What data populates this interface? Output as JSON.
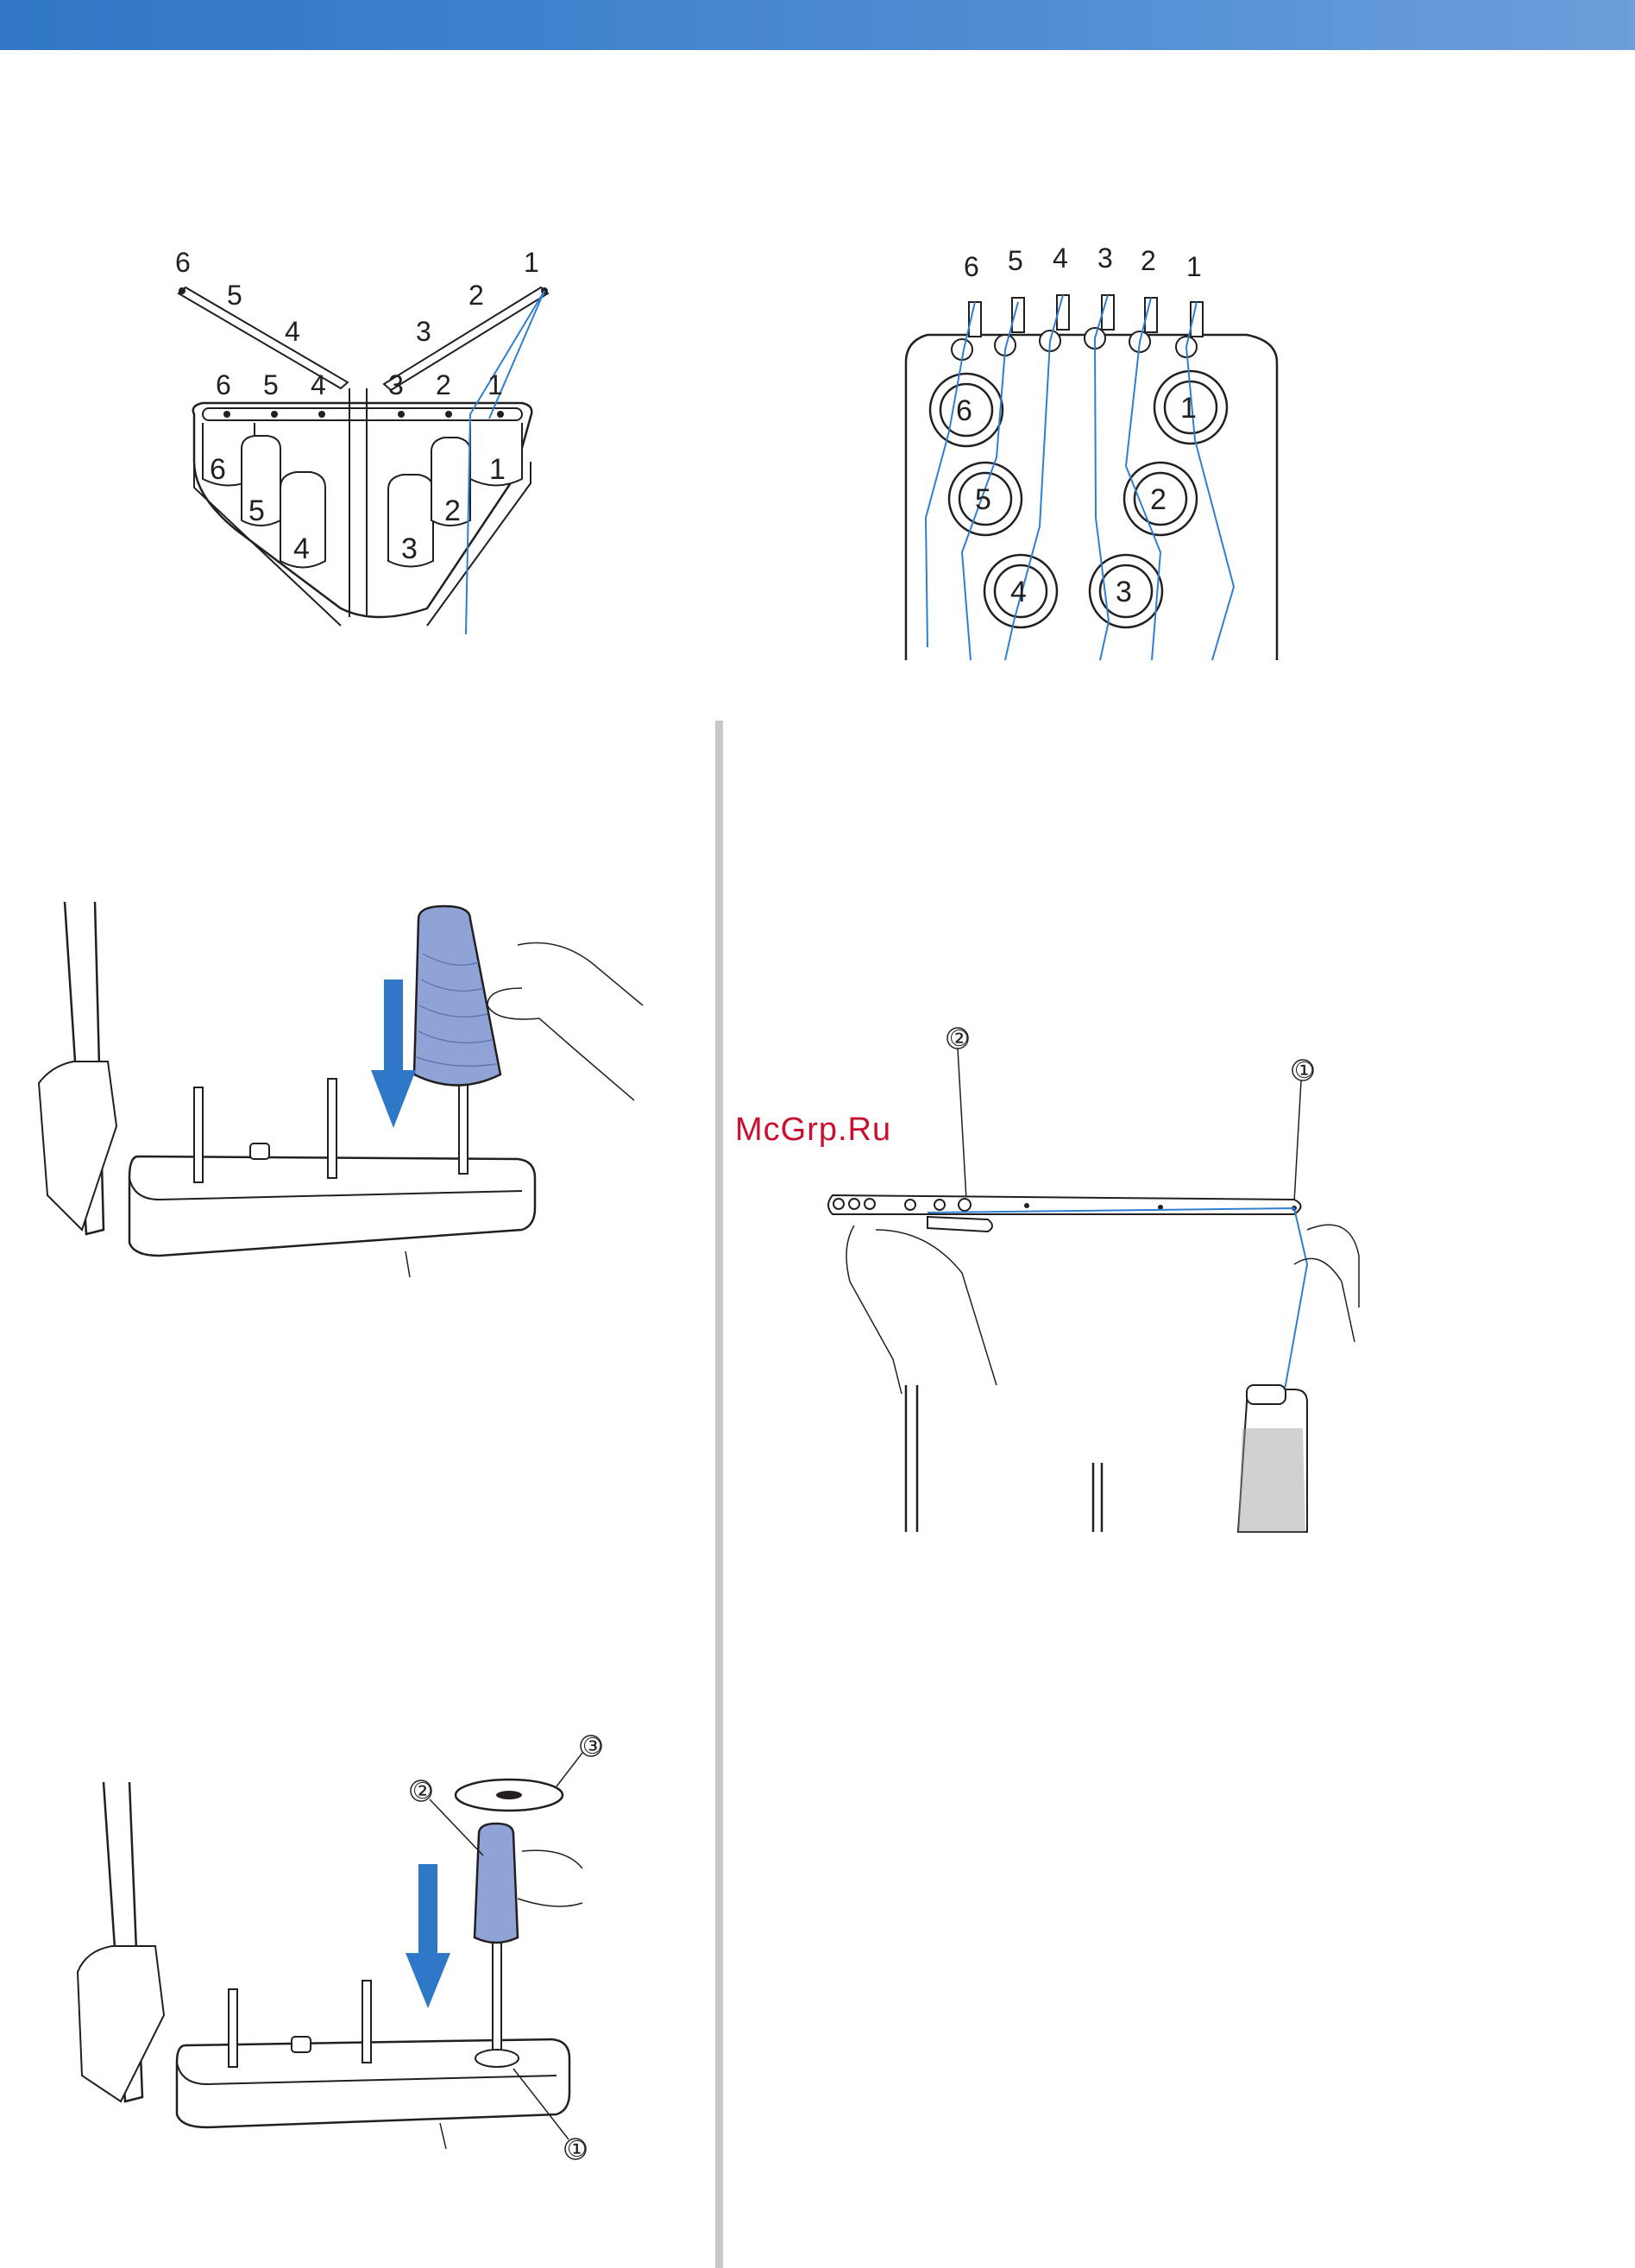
{
  "watermark": "McGrp.Ru",
  "colors": {
    "band": "#3a7fcb",
    "arrow": "#2f78c8",
    "thread": "#2f7fd0",
    "spool": "#8fa3d6"
  },
  "fig_stand": {
    "left_labels": [
      "6",
      "5",
      "4"
    ],
    "right_labels": [
      "3",
      "2",
      "1"
    ],
    "guide_labels": [
      "6",
      "5",
      "4",
      "3",
      "2",
      "1"
    ],
    "spool_labels": [
      "6",
      "5",
      "4",
      "3",
      "2",
      "1"
    ]
  },
  "fig_path": {
    "top_labels": [
      "6",
      "5",
      "4",
      "3",
      "2",
      "1"
    ],
    "spool_labels": [
      "6",
      "1",
      "5",
      "2",
      "4",
      "3"
    ]
  },
  "fig_guide": {
    "callouts": [
      "②",
      "①"
    ]
  },
  "fig_insert": {
    "callouts": [
      "③",
      "②",
      "①"
    ]
  },
  "icons": [
    "down-arrow-icon",
    "hand-icon"
  ]
}
